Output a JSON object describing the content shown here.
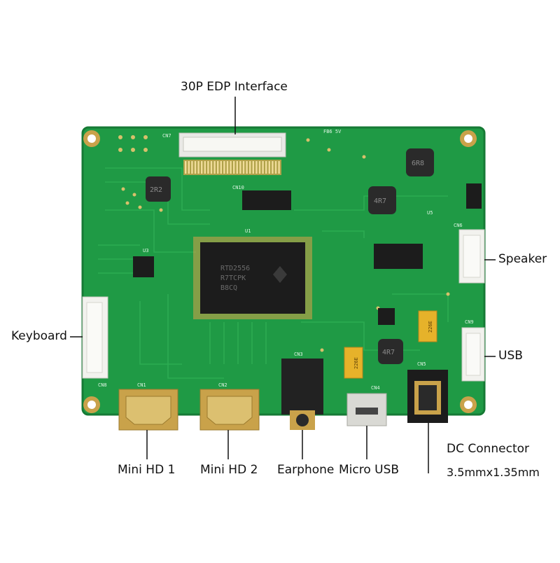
{
  "labels": {
    "top_interface": "30P EDP Interface",
    "speaker": "Speaker",
    "keyboard": "Keyboard",
    "usb": "USB",
    "mini_hd_1": "Mini HD 1",
    "mini_hd_2": "Mini HD 2",
    "earphone": "Earphone",
    "micro_usb": "Micro USB",
    "dc_connector": "DC Connector",
    "dc_size": "3.5mmx1.35mm"
  },
  "board_markings": {
    "cn7": "CN7",
    "cn10": "CN10",
    "cn6": "CN6",
    "cn5": "CN5",
    "cn8": "CN8",
    "cn3": "CN3",
    "cn4": "CN4",
    "cn2": "CN2",
    "cn1": "CN1",
    "cn9": "CN9",
    "u1": "U1",
    "u3": "U3",
    "u5": "U5",
    "l2_inductor": "2R2",
    "l5_inductor": "6R8",
    "l4_inductor": "4R7",
    "l6_inductor": "4R7",
    "cap1": "226E",
    "cap2": "226E",
    "fb_text": "FB6 5V",
    "chip_line1": "RTD2556",
    "chip_line2": "R7TCPK",
    "chip_line3": "B8CQ"
  },
  "colors": {
    "pcb": "#1f9a45",
    "pcb_dark": "#167a35",
    "trace": "#2fb055",
    "silk": "#dff5e4",
    "gold": "#c9a24a",
    "chip": "#1c1c1c",
    "tantalum": "#e6b22a"
  }
}
